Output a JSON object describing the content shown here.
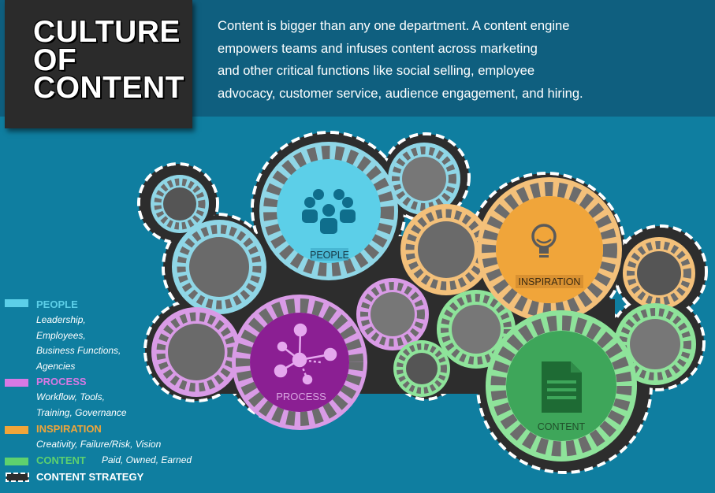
{
  "header": {
    "title_lines": [
      "CULTURE",
      "OF",
      "CONTENT"
    ],
    "intro_lines": [
      "Content is bigger than any one department. A content engine",
      "empowers teams and infuses content across marketing",
      "and other critical functions like social selling, employee",
      "advocacy, customer service, audience engagement, and hiring."
    ]
  },
  "gears": {
    "people_label": "PEOPLE",
    "process_label": "PROCESS",
    "inspiration_label": "INSPIRATION",
    "content_label": "CONTENT",
    "icons": [
      "people-group-icon",
      "network-icon",
      "lightbulb-icon",
      "document-icon"
    ]
  },
  "legend": {
    "people": {
      "title": "PEOPLE",
      "items": [
        "Leadership,",
        "Employees,",
        "Business Functions,",
        "Agencies"
      ]
    },
    "process": {
      "title": "PROCESS",
      "items": [
        "Workflow, Tools,",
        "Training, Governance"
      ]
    },
    "inspiration": {
      "title": "INSPIRATION",
      "items": [
        "Creativity, Failure/Risk, Vision"
      ]
    },
    "content": {
      "title": "CONTENT",
      "detail": "Paid, Owned, Earned"
    },
    "strategy": {
      "title": "CONTENT STRATEGY"
    }
  },
  "colors": {
    "people": "#5ccfe8",
    "process": "#d879e4",
    "inspiration": "#f0a53a",
    "content": "#5ed16e",
    "background": "#0f7ea0",
    "header_band": "#0f5f7f",
    "title_box": "#2b2b2b"
  }
}
